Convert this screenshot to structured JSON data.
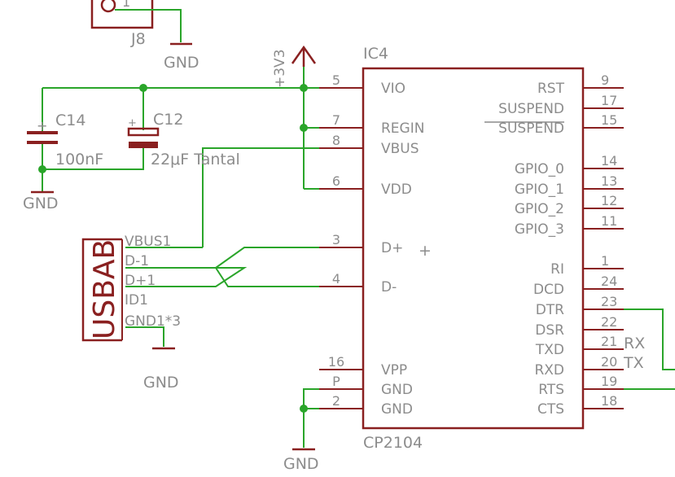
{
  "ic": {
    "name": "IC4",
    "value": "CP2104",
    "pins_left": [
      {
        "num": "5",
        "label": "VIO"
      },
      {
        "num": "7",
        "label": "REGIN"
      },
      {
        "num": "8",
        "label": "VBUS"
      },
      {
        "num": "6",
        "label": "VDD"
      },
      {
        "num": "3",
        "label": "D+"
      },
      {
        "num": "4",
        "label": "D-"
      },
      {
        "num": "16",
        "label": "VPP"
      },
      {
        "num": "P",
        "label": "GND"
      },
      {
        "num": "2",
        "label": "GND"
      }
    ],
    "pins_right": [
      {
        "num": "9",
        "label": "RST"
      },
      {
        "num": "17",
        "label": "SUSPEND"
      },
      {
        "num": "15",
        "label": "SUSPEND"
      },
      {
        "num": "14",
        "label": "GPIO_0"
      },
      {
        "num": "13",
        "label": "GPIO_1"
      },
      {
        "num": "12",
        "label": "GPIO_2"
      },
      {
        "num": "11",
        "label": "GPIO_3"
      },
      {
        "num": "1",
        "label": "RI"
      },
      {
        "num": "24",
        "label": "DCD"
      },
      {
        "num": "23",
        "label": "DTR"
      },
      {
        "num": "22",
        "label": "DSR"
      },
      {
        "num": "21",
        "label": "TXD"
      },
      {
        "num": "20",
        "label": "RXD"
      },
      {
        "num": "19",
        "label": "RTS"
      },
      {
        "num": "18",
        "label": "CTS"
      }
    ],
    "plus_mark": "+"
  },
  "net_labels": {
    "rx": "RX",
    "tx": "TX"
  },
  "power": {
    "v33": "+3V3",
    "gnd": "GND"
  },
  "j8": {
    "name": "J8",
    "pin": "1"
  },
  "c14": {
    "name": "C14",
    "value": "100nF",
    "plus": "+"
  },
  "c12": {
    "name": "C12",
    "value": "22μF Tantal",
    "plus": "+"
  },
  "usb": {
    "name": "USBAB",
    "pins": [
      "VBUS1",
      "D-1",
      "D+1",
      "ID1",
      "GND1*3"
    ]
  },
  "colors": {
    "wire": "#2aa52a",
    "part": "#8a2020",
    "text": "#8c8c8c"
  }
}
